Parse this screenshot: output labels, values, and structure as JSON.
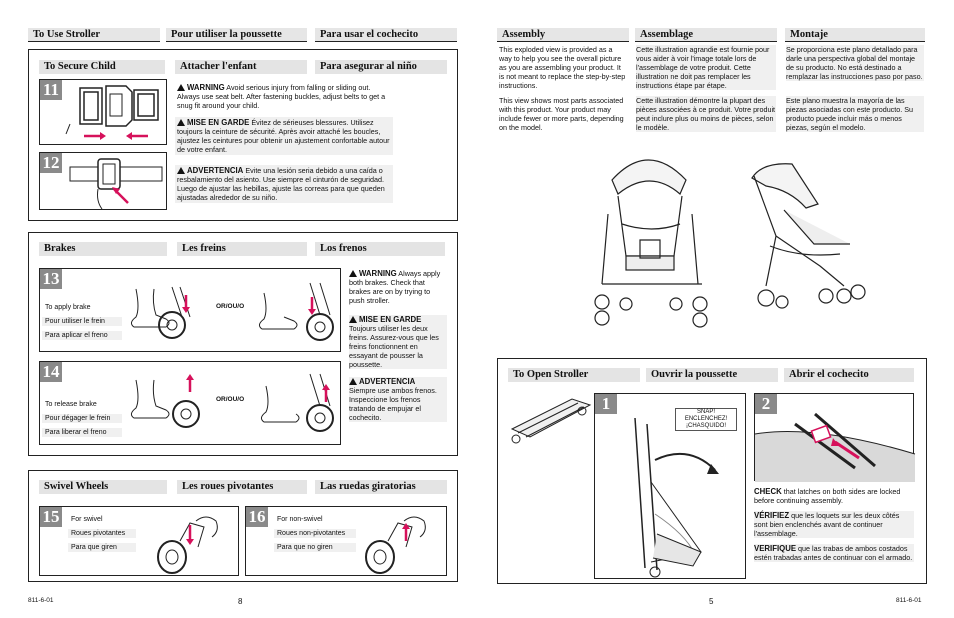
{
  "left": {
    "use_headers": [
      "To Use Stroller",
      "Pour utiliser la poussette",
      "Para usar el cochecito"
    ],
    "secure": {
      "headers": [
        "To Secure Child",
        "Attacher l'enfant",
        "Para asegurar al niño"
      ],
      "step_a": "11",
      "step_b": "12",
      "warning_label": "WARNING",
      "warning_text": "Avoid serious injury from falling or sliding out. Always use seat belt. After fastening buckles, adjust belts to get a snug fit around your child.",
      "mise_label": "MISE EN GARDE",
      "mise_text": "Évitez de sérieuses blessures. Utilisez toujours la ceinture de sécurité. Après avoir attaché les boucles, ajustez les ceintures pour obtenir un ajustement confortable autour de votre enfant.",
      "adv_label": "ADVERTENCIA",
      "adv_text": "Evite una lesión seria debido a una caída o resbalamiento del asiento. Use siempre el cinturón de seguridad. Luego de ajustar las hebillas, ajuste las correas para que queden ajustadas alrededor de su niño."
    },
    "brakes": {
      "headers": [
        "Brakes",
        "Les freins",
        "Los frenos"
      ],
      "step_a": "13",
      "step_b": "14",
      "apply": [
        "To apply brake",
        "Pour utiliser le frein",
        "Para aplicar el freno"
      ],
      "release": [
        "To release brake",
        "Pour dégager le frein",
        "Para liberar el freno"
      ],
      "or": "OR/OU/O",
      "warning_label": "WARNING",
      "warning_text": "Always apply both brakes. Check that brakes are on by trying to push stroller.",
      "mise_label": "MISE EN GARDE",
      "mise_text": "Toujours utiliser les deux freins. Assurez-vous que les freins fonctionnent en essayant de pousser la poussette.",
      "adv_label": "ADVERTENCIA",
      "adv_text": "Siempre use ambos frenos. Inspeccione los frenos tratando de empujar el cochecito."
    },
    "swivel": {
      "headers": [
        "Swivel Wheels",
        "Les roues pivotantes",
        "Las ruedas giratorias"
      ],
      "step_a": "15",
      "step_b": "16",
      "swivel": [
        "For swivel",
        "Roues pivotantes",
        "Para que giren"
      ],
      "non_swivel": [
        "For non-swivel",
        "Roues non-pivotantes",
        "Para que no giren"
      ]
    },
    "footer_code": "811-6-01",
    "page_number": "8"
  },
  "right": {
    "assembly_headers": [
      "Assembly",
      "Assemblage",
      "Montaje"
    ],
    "assembly_en_1": "This exploded view is provided as a way to help you see the overall picture as you are assembling your product. It is not meant to replace the step-by-step instructions.",
    "assembly_en_2": "This view shows most parts associated with this product. Your product may include fewer or more parts, depending on the model.",
    "assembly_fr_1": "Cette illustration agrandie est fournie pour vous aider à voir l'image totale lors de l'assemblage de votre produit. Cette illustration ne doit pas remplacer les instructions étape par étape.",
    "assembly_fr_2": "Cette illustration démontre la plupart des pièces associées à ce produit. Votre produit peut inclure plus ou moins de pièces, selon le modèle.",
    "assembly_es_1": "Se proporciona este plano detallado para darle una perspectiva global del montaje de su producto. No está destinado a remplazar las instrucciones paso por paso.",
    "assembly_es_2": "Este plano muestra la mayoría de las piezas asociadas con este producto. Su producto puede incluir más o menos piezas, según el modelo.",
    "open": {
      "headers": [
        "To Open Stroller",
        "Ouvrir la poussette",
        "Abrir el cochecito"
      ],
      "step_a": "1",
      "step_b": "2",
      "snap": [
        "SNAP!",
        "ENCLENCHEZ!",
        "¡CHASQUIDO!"
      ],
      "check_label": "CHECK",
      "check_text": "that latches on both sides are locked before continuing assembly.",
      "verif_fr_label": "VÉRIFIEZ",
      "verif_fr_text": "que les loquets sur les deux côtés sont bien enclenchés avant de continuer l'assemblage.",
      "verif_es_label": "VERIFIQUE",
      "verif_es_text": "que las trabas de ambos costados estén trabadas antes de continuar con el armado."
    },
    "page_number": "5",
    "footer_code": "811-6-01"
  },
  "colors": {
    "accent": "#d6115b",
    "header_bg": "#e4e4e4",
    "step_bg": "#8a8a8a"
  }
}
